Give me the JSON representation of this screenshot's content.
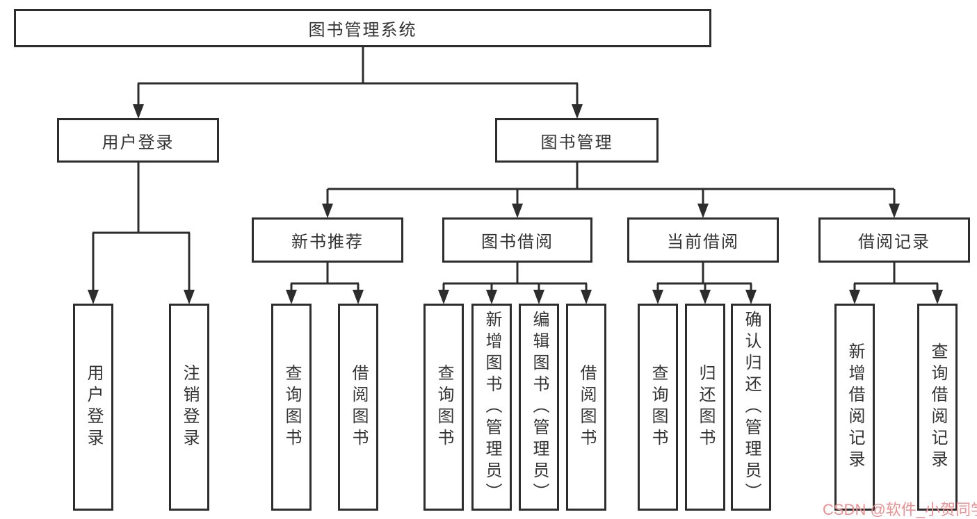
{
  "colors": {
    "line": "#2d2d2d",
    "box_border": "#2d2d2d",
    "box_fill": "#ffffff",
    "text": "#333333",
    "watermark": "#ef8f8f",
    "background": "#ffffff"
  },
  "watermark": {
    "text": "CSDN @软件_小贺同学"
  },
  "tree": {
    "root": {
      "label": "图书管理系统",
      "children": [
        {
          "label": "用户登录",
          "children": [
            {
              "label": "用户登录"
            },
            {
              "label": "注销登录"
            }
          ]
        },
        {
          "label": "图书管理",
          "children": [
            {
              "label": "新书推荐",
              "children": [
                {
                  "label": "查询图书"
                },
                {
                  "label": "借阅图书"
                }
              ]
            },
            {
              "label": "图书借阅",
              "children": [
                {
                  "label": "查询图书"
                },
                {
                  "label": "新增图书（管理员）"
                },
                {
                  "label": "编辑图书（管理员）"
                },
                {
                  "label": "借阅图书"
                }
              ]
            },
            {
              "label": "当前借阅",
              "children": [
                {
                  "label": "查询图书"
                },
                {
                  "label": "归还图书"
                },
                {
                  "label": "确认归还（管理员）"
                }
              ]
            },
            {
              "label": "借阅记录",
              "children": [
                {
                  "label": "新增借阅记录"
                },
                {
                  "label": "查询借阅记录"
                }
              ]
            }
          ]
        }
      ]
    }
  }
}
